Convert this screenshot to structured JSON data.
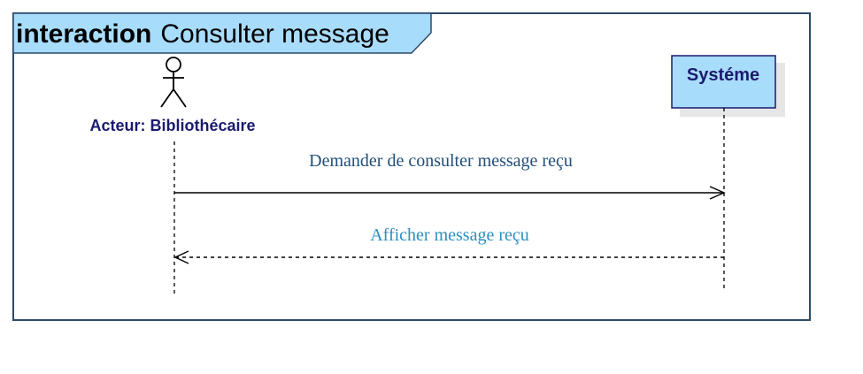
{
  "frame": {
    "keyword": "interaction",
    "name": "Consulter message"
  },
  "actor": {
    "label": "Acteur: Bibliothécaire"
  },
  "system": {
    "label": "Systéme"
  },
  "messages": [
    {
      "label": "Demander de consulter message reçu",
      "kind": "synchronous"
    },
    {
      "label": "Afficher message reçu",
      "kind": "reply"
    }
  ],
  "colors": {
    "frame_border": "#2e4a6b",
    "title_tab_fill": "#a8dcfb",
    "system_box_fill": "#a8dcfb",
    "system_box_shadow": "#e6e6e6",
    "message_sync_text": "#1f4e79",
    "message_reply_text": "#2a8fc0"
  }
}
